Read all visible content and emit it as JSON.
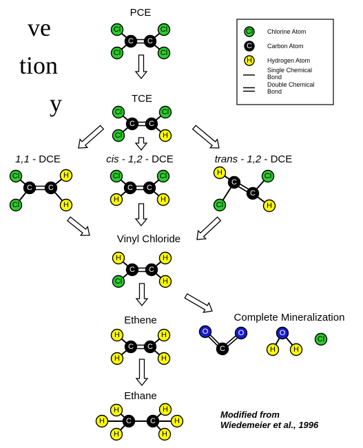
{
  "page_fragment": {
    "lines": [
      "ve",
      "tion",
      "y"
    ]
  },
  "colors": {
    "chlorine": "#2ecc2e",
    "carbon": "#000000",
    "hydrogen": "#ffff00",
    "oxygen": "#1a1acc",
    "stroke": "#000000"
  },
  "legend": {
    "items": [
      {
        "symbol": "Cl",
        "kind": "chlorine",
        "label": "Chlorine Atom"
      },
      {
        "symbol": "C",
        "kind": "carbon",
        "label": "Carbon Atom"
      },
      {
        "symbol": "H",
        "kind": "hydrogen",
        "label": "Hydrogen Atom"
      },
      {
        "kind": "single-bond",
        "label": [
          "Single Chemical",
          "Bond"
        ]
      },
      {
        "kind": "double-bond",
        "label": [
          "Double Chemical",
          "Bond"
        ]
      }
    ]
  },
  "molecules": {
    "pce": {
      "label": "PCE",
      "atoms": [
        "Cl",
        "Cl",
        "Cl",
        "Cl"
      ]
    },
    "tce": {
      "label": "TCE",
      "atoms": [
        "Cl",
        "Cl",
        "Cl",
        "H"
      ]
    },
    "dce11": {
      "label_italic": "1,1",
      "label_rest": " - DCE",
      "atoms": [
        "Cl",
        "Cl",
        "H",
        "H"
      ]
    },
    "dce_cis": {
      "label_italic": "cis - 1,2",
      "label_rest": " - DCE",
      "atoms": [
        "Cl",
        "H",
        "Cl",
        "H"
      ]
    },
    "dce_trans": {
      "label_italic": "trans - 1,2",
      "label_rest": " - DCE",
      "atoms": [
        "H",
        "Cl",
        "Cl",
        "H"
      ]
    },
    "vc": {
      "label": "Vinyl Chloride",
      "atoms": [
        "H",
        "Cl",
        "H",
        "H"
      ]
    },
    "ethene": {
      "label": "Ethene",
      "atoms": [
        "H",
        "H",
        "H",
        "H"
      ]
    },
    "ethane": {
      "label": "Ethane",
      "atoms": [
        "H",
        "H",
        "H",
        "H",
        "H",
        "H"
      ]
    }
  },
  "mineralization": {
    "label": "Complete Mineralization",
    "co2": [
      "O",
      "O",
      "C"
    ],
    "h2o": [
      "O",
      "H",
      "H"
    ],
    "chloride": "Cl"
  },
  "credit": [
    "Modified from",
    "Wiedemeier et al., 1996"
  ]
}
